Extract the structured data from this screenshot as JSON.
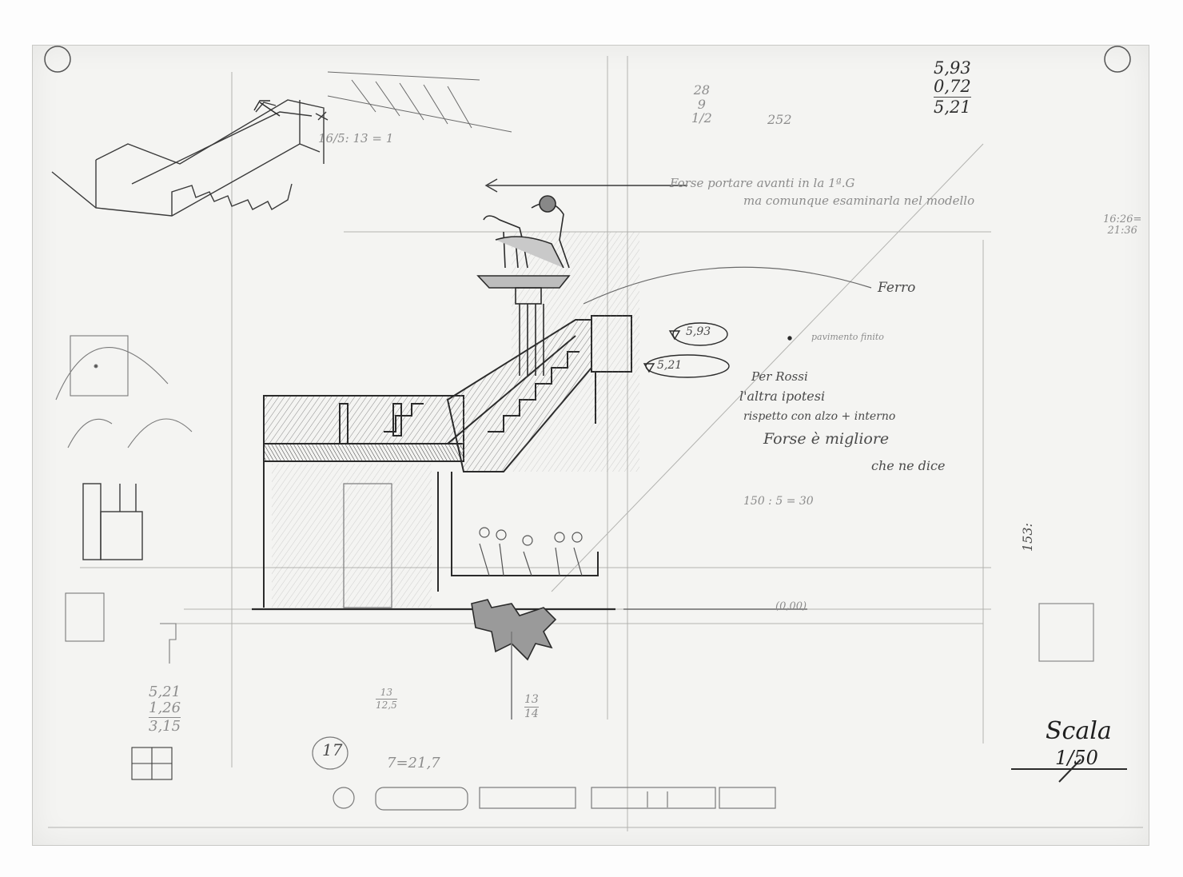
{
  "notes": {
    "top_total": [
      "5,93",
      "0,72",
      "5,21"
    ],
    "top_mid": [
      "28",
      "9",
      "1/2",
      "252"
    ],
    "right_column": [
      "16:26=",
      "21:36"
    ],
    "italian_1": "Forse portare avanti in la 1ª.G",
    "italian_2": "ma comunque esaminarla nel modello",
    "label_ferro": "Ferro",
    "elev_1": "5,93",
    "elev_2": "5,21",
    "pavimento": "pavimento finito",
    "per_rossi_1": "Per Rossi",
    "per_rossi_2": "l'altra ipotesi",
    "per_rossi_3": "rispetto con alzo + interno",
    "forse_migliore": "Forse è migliore",
    "che_ne_dice": "che ne dice",
    "ratio": "150 : 5 = 30",
    "ground_level": "(0,00)",
    "left_calc": [
      "5,21",
      "1,26",
      "3,15"
    ],
    "bottom_calc_1": "17",
    "bottom_calc_2": "7=21,7",
    "bottom_fraction_1": [
      "13",
      "12,5"
    ],
    "bottom_fraction_2": [
      "13",
      "14"
    ],
    "stair_ratio": "16/5: 13 = 1",
    "sheet_number": "153:",
    "scale_label": "Scala",
    "scale_value": "1/50"
  },
  "colors": {
    "paper": "#f4f4f2",
    "pencil_dark": "#2b2b2b",
    "pencil_mid": "#6a6a6a",
    "pencil_light": "#a9a9a9"
  }
}
